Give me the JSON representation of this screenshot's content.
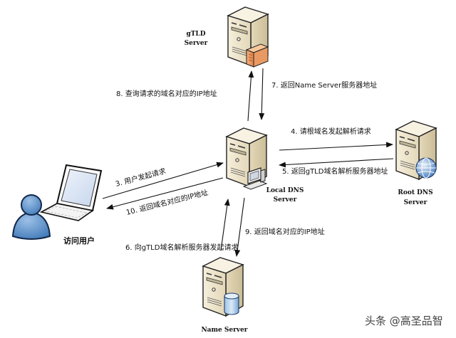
{
  "nodes": {
    "gtld": {
      "label_line1": "gTLD",
      "label_line2": "Server"
    },
    "local_dns": {
      "label_line1": "Local DNS",
      "label_line2": "Server"
    },
    "root_dns": {
      "label_line1": "Root DNS",
      "label_line2": "Server"
    },
    "name_server": {
      "label_line1": "Name Server"
    },
    "user": {
      "label": "访问用户"
    }
  },
  "steps": [
    {
      "id": 3,
      "text": "3. 用户发起请求"
    },
    {
      "id": 4,
      "text": "4. 请根域名发起解析请求"
    },
    {
      "id": 5,
      "text": "5. 返回gTLD域名解析服务器地址"
    },
    {
      "id": 6,
      "text": "6. 向gTLD域名解析服务器发起请求"
    },
    {
      "id": 7,
      "text": "7. 返回Name Server服务器地址"
    },
    {
      "id": 8,
      "text": "8. 查询请求的域名对应的IP地址"
    },
    {
      "id": 9,
      "text": "9. 返回域名对应的IP地址"
    },
    {
      "id": 10,
      "text": "10. 返回域名对应的IP地址"
    }
  ],
  "watermark": "头条 @高圣品智",
  "colors": {
    "server_front": "#efe6d0",
    "server_side": "#d9ccab",
    "server_top": "#f7f1e2",
    "user_blue": "#5b8fc7",
    "arrow": "#111111"
  }
}
